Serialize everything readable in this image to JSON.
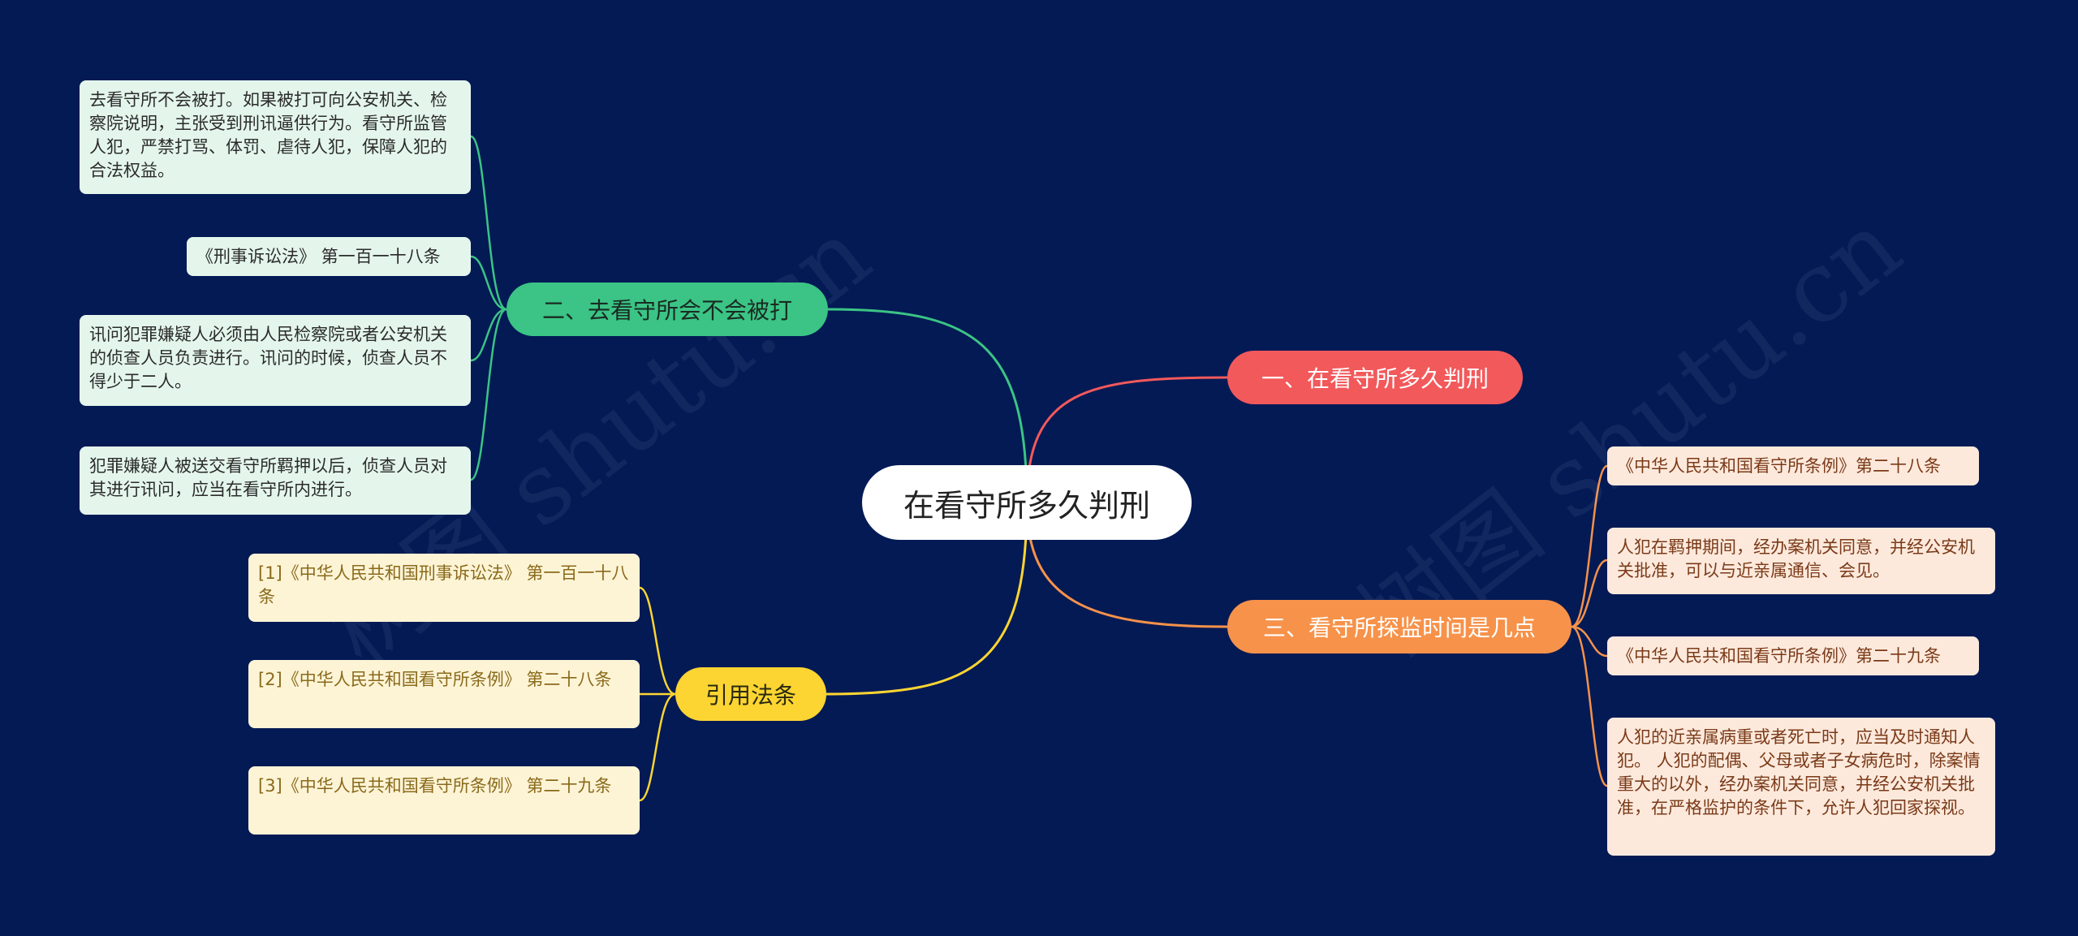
{
  "root": {
    "label": "在看守所多久判刑"
  },
  "topics": {
    "t1": {
      "label": "一、在看守所多久判刑",
      "color": "#f2595b"
    },
    "t2": {
      "label": "二、去看守所会不会被打",
      "color": "#3bc485"
    },
    "t3": {
      "label": "三、看守所探监时间是几点",
      "color": "#f7924a"
    },
    "t4": {
      "label": "引用法条",
      "color": "#fdd532"
    }
  },
  "t2_leaves": [
    "去看守所不会被打。如果被打可向公安机关、检察院说明，主张受到刑讯逼供行为。看守所监管人犯，严禁打骂、体罚、虐待人犯，保障人犯的合法权益。",
    "《刑事诉讼法》 第一百一十八条",
    "讯问犯罪嫌疑人必须由人民检察院或者公安机关的侦查人员负责进行。讯问的时候，侦查人员不得少于二人。",
    "犯罪嫌疑人被送交看守所羁押以后，侦查人员对其进行讯问，应当在看守所内进行。"
  ],
  "t3_leaves": [
    "《中华人民共和国看守所条例》第二十八条",
    "人犯在羁押期间，经办案机关同意，并经公安机关批准，可以与近亲属通信、会见。",
    "《中华人民共和国看守所条例》第二十九条",
    "人犯的近亲属病重或者死亡时，应当及时通知人犯。 人犯的配偶、父母或者子女病危时，除案情重大的以外，经办案机关同意，并经公安机关批准，在严格监护的条件下，允许人犯回家探视。"
  ],
  "t4_leaves": [
    "[1]《中华人民共和国刑事诉讼法》 第一百一十八条",
    "[2]《中华人民共和国看守所条例》 第二十八条",
    "[3]《中华人民共和国看守所条例》 第二十九条"
  ],
  "watermark": "树图 shutu.cn"
}
